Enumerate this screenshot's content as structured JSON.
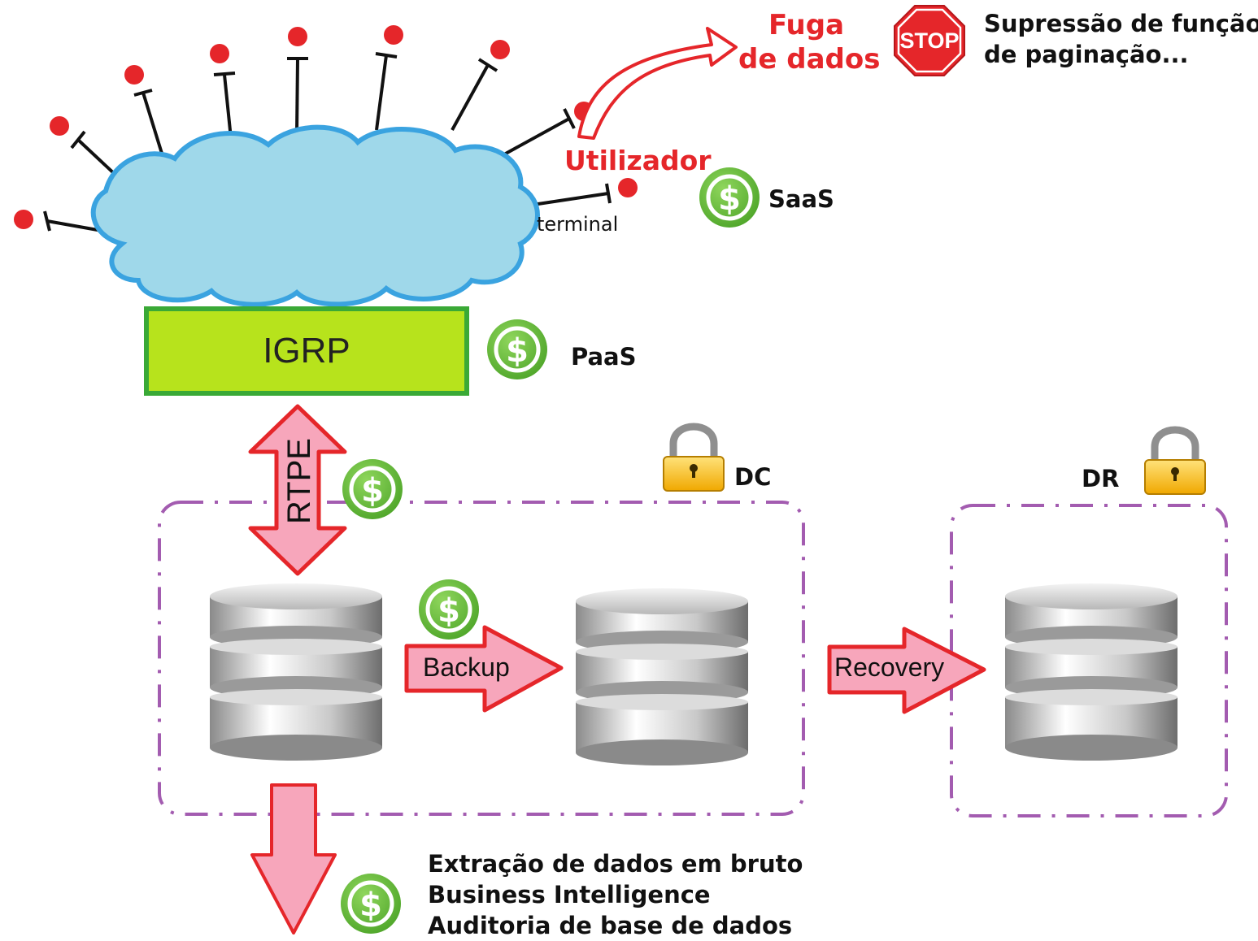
{
  "leak": {
    "title_line1": "Fuga",
    "title_line2": "de dados"
  },
  "stop_sign": {
    "text": "STOP"
  },
  "suppression_note": {
    "line1": "Supressão de função",
    "line2": "de paginação..."
  },
  "user_label": "Utilizador",
  "terminal_label": "terminal",
  "saas_label": "SaaS",
  "paas_label": "PaaS",
  "igrp_label": "IGRP",
  "rtpe_label": "RTPE",
  "dc_label": "DC",
  "dr_label": "DR",
  "backup_label": "Backup",
  "recovery_label": "Recovery",
  "bottom_notes": [
    "Extração de dados em bruto",
    "Business Intelligence",
    "Auditoria de base de dados"
  ],
  "icons": {
    "dollar": "dollar-coin-icon",
    "lock": "padlock-icon",
    "stop": "stop-sign-icon",
    "database": "database-icon",
    "user": "user-terminal-dot-icon"
  },
  "colors": {
    "cloud_fill": "#9fd8ea",
    "cloud_stroke": "#3aa3e0",
    "igrp_fill": "#b7e31c",
    "igrp_stroke": "#3aa936",
    "arrow_fill": "#f7a6bb",
    "arrow_stroke": "#e5262a",
    "dashed_box": "#a35cb0",
    "dollar": "#6cbf3b",
    "stop": "#e5262a",
    "user_dot": "#e5262a"
  }
}
